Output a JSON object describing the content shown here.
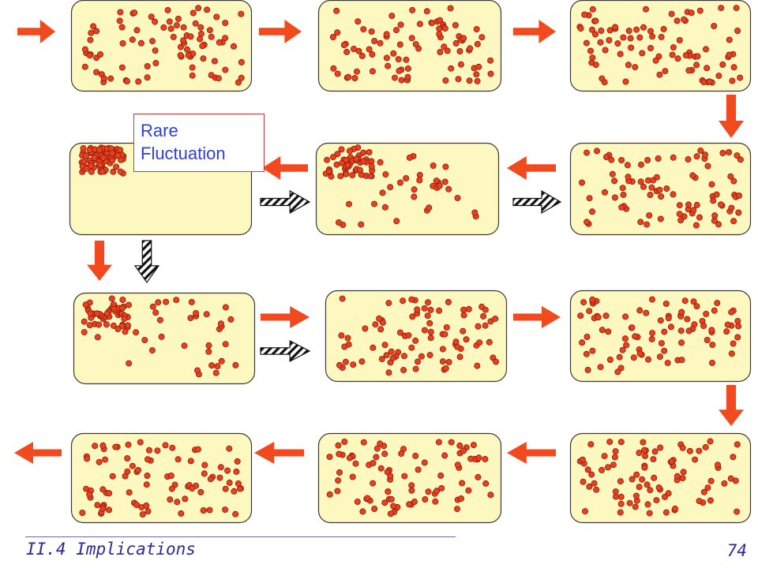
{
  "annotation": {
    "line1": "Rare",
    "line2": "Fluctuation"
  },
  "footer": {
    "title": "II.4 Implications",
    "page_number": "74"
  },
  "colors": {
    "box_fill": "#fdf7c0",
    "box_border": "#3a3a3a",
    "particle_fill": "#e8411d",
    "particle_border": "#8a1a0a",
    "arrow_red": "#f04a1e",
    "hatched_arrow_stroke": "#111111",
    "footer_text": "#2b2b93",
    "annotation_text": "#2f3fd6",
    "annotation_border": "#d23a3a"
  },
  "panels": [
    {
      "name": "panel-1",
      "distribution": "uniform"
    },
    {
      "name": "panel-2",
      "distribution": "uniform"
    },
    {
      "name": "panel-3",
      "distribution": "uniform"
    },
    {
      "name": "panel-4",
      "distribution": "uniform"
    },
    {
      "name": "panel-5",
      "distribution": "partially-clustered-top-left"
    },
    {
      "name": "panel-6",
      "distribution": "all-clustered-top-left"
    },
    {
      "name": "panel-7",
      "distribution": "partially-clustered-top-left"
    },
    {
      "name": "panel-8",
      "distribution": "uniform"
    },
    {
      "name": "panel-9",
      "distribution": "uniform"
    },
    {
      "name": "panel-10",
      "distribution": "uniform"
    },
    {
      "name": "panel-11",
      "distribution": "uniform"
    },
    {
      "name": "panel-12",
      "distribution": "uniform"
    }
  ],
  "arrows": [
    {
      "name": "arrow-into-panel-1",
      "type": "solid",
      "direction": "right"
    },
    {
      "name": "arrow-panel-1-to-2",
      "type": "solid",
      "direction": "right"
    },
    {
      "name": "arrow-panel-2-to-3",
      "type": "solid",
      "direction": "right"
    },
    {
      "name": "arrow-panel-3-to-4",
      "type": "solid",
      "direction": "down"
    },
    {
      "name": "arrow-panel-4-to-5",
      "type": "solid",
      "direction": "left"
    },
    {
      "name": "arrow-panel-5-to-6",
      "type": "solid",
      "direction": "left"
    },
    {
      "name": "arrow-panel-6-to-7",
      "type": "solid",
      "direction": "down"
    },
    {
      "name": "arrow-hatched-6-to-5",
      "type": "hatched",
      "direction": "right"
    },
    {
      "name": "arrow-hatched-5-to-4",
      "type": "hatched",
      "direction": "right"
    },
    {
      "name": "arrow-hatched-down-6-to-7",
      "type": "hatched",
      "direction": "down"
    },
    {
      "name": "arrow-panel-7-to-8",
      "type": "solid",
      "direction": "right"
    },
    {
      "name": "arrow-hatched-7-to-8",
      "type": "hatched",
      "direction": "right"
    },
    {
      "name": "arrow-panel-8-to-9",
      "type": "solid",
      "direction": "right"
    },
    {
      "name": "arrow-panel-9-to-10",
      "type": "solid",
      "direction": "down"
    },
    {
      "name": "arrow-panel-10-to-11",
      "type": "solid",
      "direction": "left"
    },
    {
      "name": "arrow-panel-11-to-12",
      "type": "solid",
      "direction": "left"
    },
    {
      "name": "arrow-out-of-panel-12",
      "type": "solid",
      "direction": "left"
    }
  ]
}
